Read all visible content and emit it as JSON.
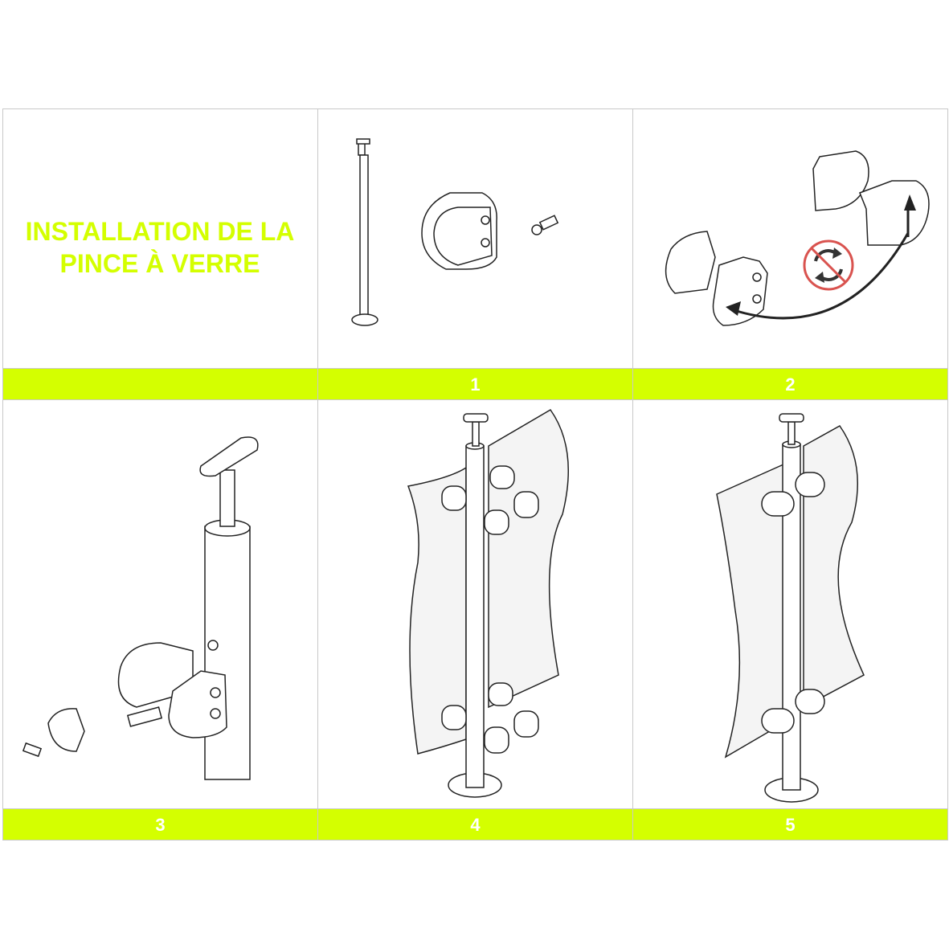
{
  "title": {
    "line1": "INSTALLATION DE LA",
    "line2": "PINCE À VERRE"
  },
  "steps": [
    {
      "label": "1"
    },
    {
      "label": "2"
    },
    {
      "label": "3"
    },
    {
      "label": "4"
    },
    {
      "label": "5"
    }
  ],
  "colors": {
    "accent": "#d4ff00",
    "no_rotate": "#d9534f"
  },
  "icons": [
    "no-rotate-icon"
  ]
}
